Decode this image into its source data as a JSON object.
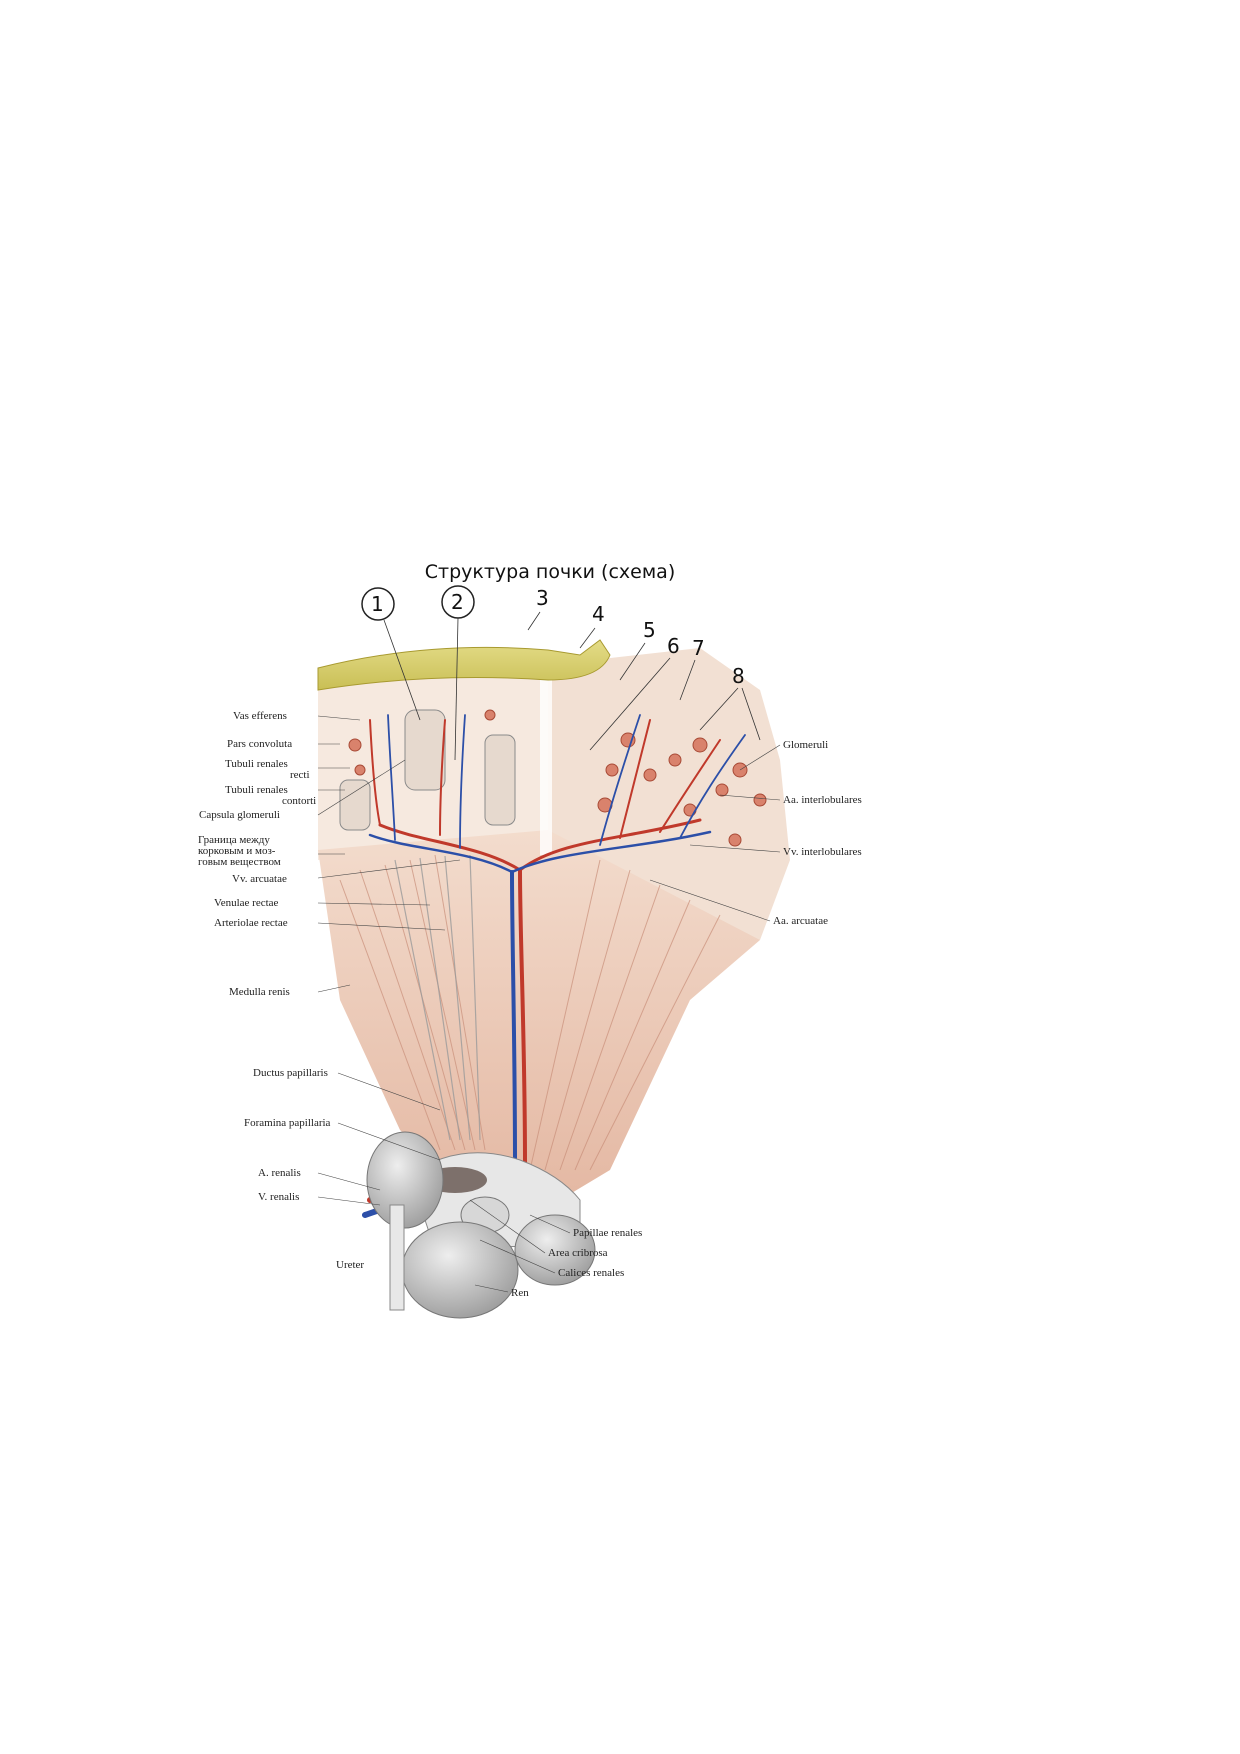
{
  "title": "Структура почки (схема)",
  "callouts": [
    "1",
    "2",
    "3",
    "4",
    "5",
    "6",
    "7",
    "8"
  ],
  "labels_left": {
    "vas_efferens": "Vas efferens",
    "pars_convoluta": "Pars convoluta",
    "tubuli_recti_1": "Tubuli renales",
    "tubuli_recti_2": "recti",
    "tubuli_contorti_1": "Tubuli renales",
    "tubuli_contorti_2": "contorti",
    "capsula": "Capsula glomeruli",
    "border_1": "Граница между",
    "border_2": "корковым и моз-",
    "border_3": "говым веществом",
    "vv_arcuatae": "Vv. arcuatae",
    "venulae_rectae": "Venulae rectae",
    "arteriolae_rectae": "Arteriolae rectae",
    "medulla": "Medulla renis",
    "ductus": "Ductus papillaris",
    "foramina": "Foramina papillaria",
    "a_renalis": "A. renalis",
    "v_renalis": "V. renalis",
    "ureter": "Ureter"
  },
  "labels_right": {
    "glomeruli": "Glomeruli",
    "aa_interlob": "Aa. interlobulares",
    "vv_interlob": "Vv. interlobulares",
    "aa_arcuatae": "Aa. arcuatae"
  },
  "labels_bottom": {
    "papillae": "Papillae renales",
    "area_cribrosa": "Area cribrosa",
    "calices": "Calices renales",
    "ren": "Ren"
  },
  "colors": {
    "artery": "#c0392b",
    "vein": "#2c4fa8",
    "capsule": "#d8cf6e",
    "medulla": "#ecc9b9",
    "cortex": "#f3e2d6"
  }
}
